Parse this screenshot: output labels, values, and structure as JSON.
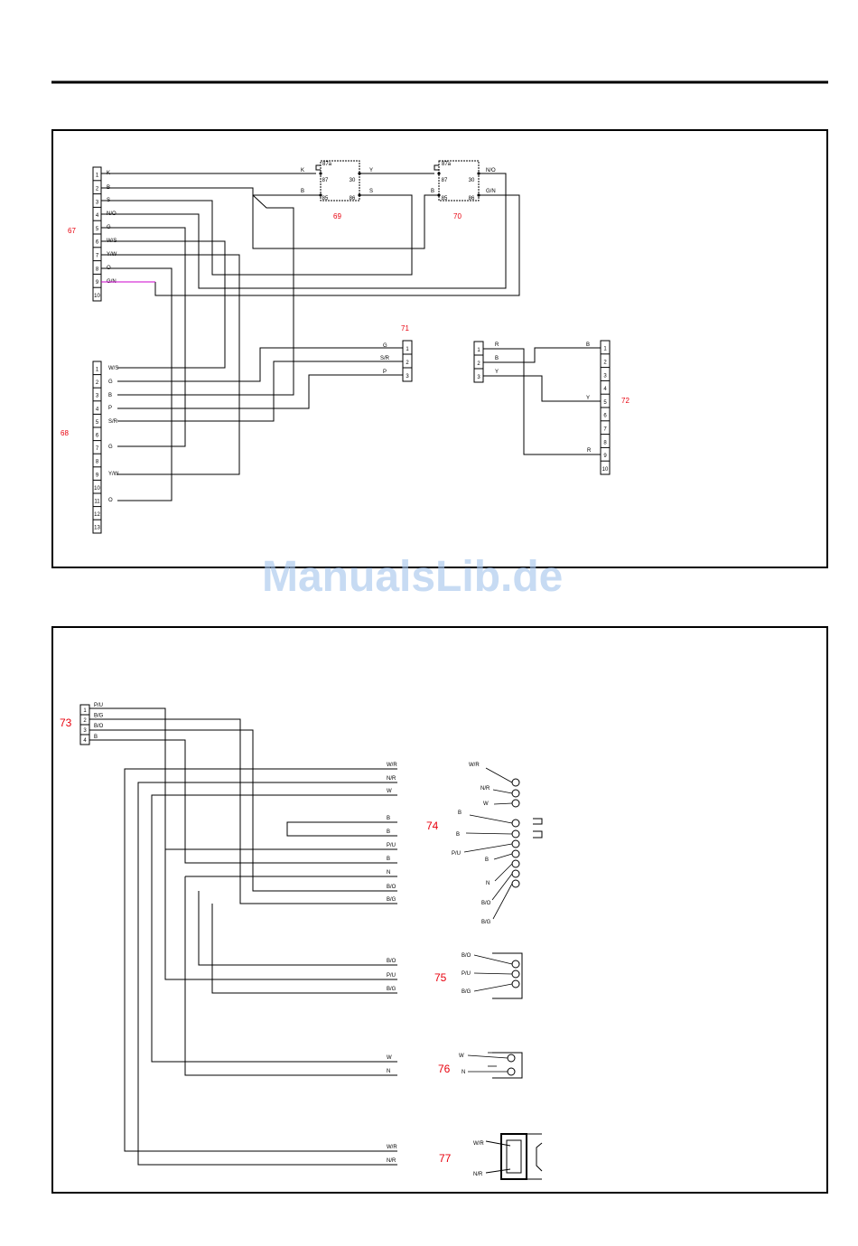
{
  "watermark": "ManualsLib.de",
  "colors": {
    "wire": "#000000",
    "callout": "#e8000d",
    "gn_wire": "#cc00cc",
    "watermark": "#aac8ee"
  },
  "top_panel": {
    "c67": {
      "label": "67",
      "pins": [
        "1",
        "2",
        "3",
        "4",
        "5",
        "6",
        "7",
        "8",
        "9",
        "10"
      ],
      "wires": [
        "K",
        "B",
        "S",
        "N/O",
        "G",
        "W/S",
        "Y/W",
        "O",
        "G/N",
        ""
      ]
    },
    "c68": {
      "label": "68",
      "pins": [
        "1",
        "2",
        "3",
        "4",
        "5",
        "6",
        "7",
        "8",
        "9",
        "10",
        "11",
        "12",
        "13"
      ],
      "wires": [
        "W/S",
        "G",
        "B",
        "P",
        "S/R",
        "",
        "G",
        "",
        "Y/W",
        "",
        "O",
        "",
        ""
      ]
    },
    "r69": {
      "label": "69",
      "terms": [
        "87a",
        "30",
        "87",
        "85",
        "86"
      ],
      "left_in": [
        "K",
        "B"
      ],
      "right_out": [
        "Y",
        "S"
      ]
    },
    "r70": {
      "label": "70",
      "terms": [
        "87a",
        "30",
        "87",
        "85",
        "86"
      ],
      "left_in": [
        "B"
      ],
      "right_out": [
        "N/O",
        "G/N"
      ]
    },
    "c71": {
      "label": "71",
      "pins": [
        "1",
        "2",
        "3"
      ],
      "wires": [
        "G",
        "S/R",
        "P"
      ]
    },
    "c72": {
      "label": "72",
      "pins": [
        "1",
        "2",
        "3",
        "4",
        "5",
        "6",
        "7",
        "8",
        "9",
        "10"
      ],
      "wires": [
        "B",
        "Y",
        "R"
      ],
      "small_pins": [
        "1",
        "2",
        "3"
      ],
      "small_wires": [
        "R",
        "B",
        "Y"
      ]
    }
  },
  "bottom_panel": {
    "c73": {
      "label": "73",
      "pins": [
        "1",
        "2",
        "3",
        "4"
      ],
      "wires": [
        "P/U",
        "B/G",
        "B/O",
        "B"
      ]
    },
    "bus_labels": [
      "W/R",
      "N/R",
      "W",
      "B",
      "B",
      "P/U",
      "B",
      "N",
      "B/O",
      "B/G"
    ],
    "c74": {
      "label": "74",
      "labels": [
        "W/R",
        "N/R",
        "W",
        "B",
        "B",
        "P/U",
        "B",
        "N",
        "B/O",
        "B/G"
      ]
    },
    "c75": {
      "label": "75",
      "bus_labels": [
        "B/O",
        "P/U",
        "B/G"
      ],
      "labels": [
        "B/O",
        "P/U",
        "B/G"
      ]
    },
    "c76": {
      "label": "76",
      "bus_labels": [
        "W",
        "N"
      ],
      "labels": [
        "W",
        "N"
      ]
    },
    "c77": {
      "label": "77",
      "bus_labels": [
        "W/R",
        "N/R"
      ],
      "labels": [
        "W/R",
        "N/R"
      ]
    }
  }
}
